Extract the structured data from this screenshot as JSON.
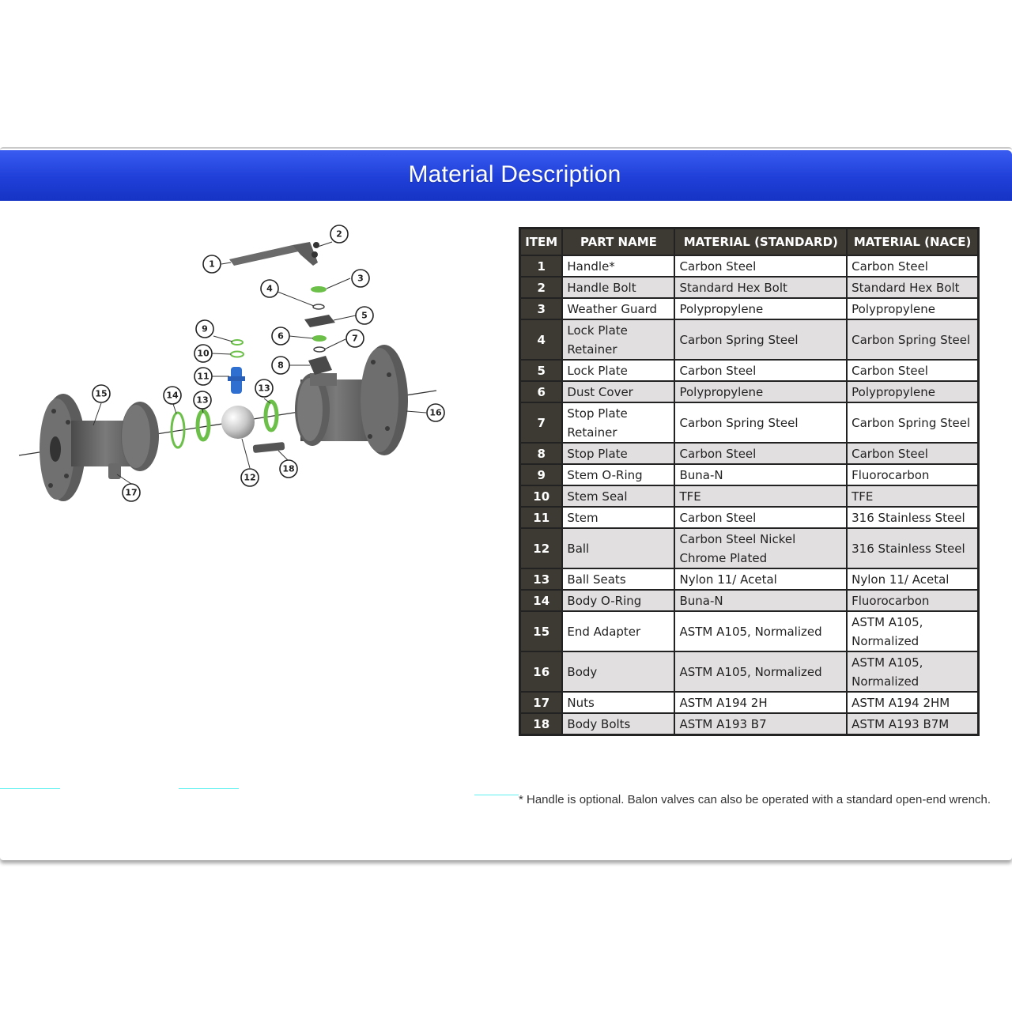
{
  "title": "Material Description",
  "colors": {
    "banner": "#1f3fd8",
    "header_bg": "#3d3a33",
    "row_alt": "#e2dfe0",
    "seal_green": "#6cc04a",
    "stem_blue": "#2f6fd0"
  },
  "table": {
    "headers": [
      "ITEM",
      "PART NAME",
      "MATERIAL (STANDARD)",
      "MATERIAL (NACE)"
    ],
    "rows": [
      {
        "item": "1",
        "part": "Handle*",
        "standard": "Carbon Steel",
        "nace": "Carbon Steel"
      },
      {
        "item": "2",
        "part": "Handle Bolt",
        "standard": "Standard Hex Bolt",
        "nace": "Standard Hex Bolt"
      },
      {
        "item": "3",
        "part": "Weather Guard",
        "standard": "Polypropylene",
        "nace": "Polypropylene"
      },
      {
        "item": "4",
        "part": "Lock Plate Retainer",
        "standard": "Carbon Spring Steel",
        "nace": "Carbon Spring Steel"
      },
      {
        "item": "5",
        "part": "Lock Plate",
        "standard": "Carbon Steel",
        "nace": "Carbon Steel"
      },
      {
        "item": "6",
        "part": "Dust Cover",
        "standard": "Polypropylene",
        "nace": "Polypropylene"
      },
      {
        "item": "7",
        "part": "Stop Plate Retainer",
        "standard": "Carbon Spring Steel",
        "nace": "Carbon Spring Steel"
      },
      {
        "item": "8",
        "part": "Stop Plate",
        "standard": "Carbon Steel",
        "nace": "Carbon Steel"
      },
      {
        "item": "9",
        "part": "Stem O-Ring",
        "standard": "Buna-N",
        "nace": "Fluorocarbon"
      },
      {
        "item": "10",
        "part": "Stem Seal",
        "standard": "TFE",
        "nace": "TFE"
      },
      {
        "item": "11",
        "part": "Stem",
        "standard": "Carbon Steel",
        "nace": "316 Stainless Steel"
      },
      {
        "item": "12",
        "part": "Ball",
        "standard": "Carbon Steel Nickel Chrome Plated",
        "nace": "316 Stainless Steel"
      },
      {
        "item": "13",
        "part": "Ball Seats",
        "standard": "Nylon 11/ Acetal",
        "nace": "Nylon 11/ Acetal"
      },
      {
        "item": "14",
        "part": "Body O-Ring",
        "standard": "Buna-N",
        "nace": "Fluorocarbon"
      },
      {
        "item": "15",
        "part": "End Adapter",
        "standard": "ASTM A105, Normalized",
        "nace": "ASTM A105, Normalized"
      },
      {
        "item": "16",
        "part": "Body",
        "standard": "ASTM A105, Normalized",
        "nace": "ASTM A105, Normalized"
      },
      {
        "item": "17",
        "part": "Nuts",
        "standard": "ASTM A194 2H",
        "nace": "ASTM A194 2HM"
      },
      {
        "item": "18",
        "part": "Body Bolts",
        "standard": "ASTM A193 B7",
        "nace": "ASTM A193 B7M"
      }
    ]
  },
  "footnote": "* Handle is optional. Balon valves can also be operated with a standard open-end wrench.",
  "diagram": {
    "callouts": [
      "1",
      "2",
      "3",
      "4",
      "5",
      "6",
      "7",
      "8",
      "9",
      "10",
      "11",
      "12",
      "13",
      "14",
      "15",
      "16",
      "17",
      "18"
    ]
  }
}
